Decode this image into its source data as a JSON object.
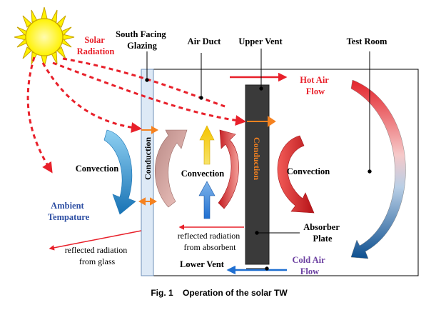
{
  "labels": {
    "solar_radiation": [
      "Solar",
      "Radiation"
    ],
    "south_facing_glazing": [
      "South Facing",
      "Glazing"
    ],
    "air_duct": "Air Duct",
    "upper_vent": "Upper Vent",
    "test_room": "Test Room",
    "hot_air_flow": [
      "Hot Air",
      "Flow"
    ],
    "conduction_glass": "Conduction",
    "conduction_absorber": "Conduction",
    "convection_left": "Convection",
    "convection_mid": "Convection",
    "convection_right": "Convection",
    "ambient_temperature": [
      "Ambient",
      "Tempature"
    ],
    "reflected_absorbent": [
      "reflected radiation",
      "from absorbent"
    ],
    "absorber_plate": [
      "Absorber",
      "Plate"
    ],
    "reflected_glass": [
      "reflected radiation",
      "from glass"
    ],
    "lower_vent": "Lower Vent",
    "cold_air_flow": [
      "Cold Air",
      "Flow"
    ]
  },
  "caption": "Fig. 1    Operation of the solar TW",
  "colors": {
    "solar_red": "#e8202a",
    "sun_yellow": "#fff200",
    "sun_outline": "#c8a400",
    "glazing_fill": "#dde9f6",
    "absorber_fill": "#3a3a3a",
    "conduction_orange": "#f58220",
    "ambient_blue": "#2e4fa3",
    "cold_air_purple": "#6b3fa0",
    "arrow_blue": "#1f6fd1",
    "arrow_yellow": "#f5c400",
    "arrow_red": "#e3242b",
    "room_blue": "#0d4f8f"
  }
}
